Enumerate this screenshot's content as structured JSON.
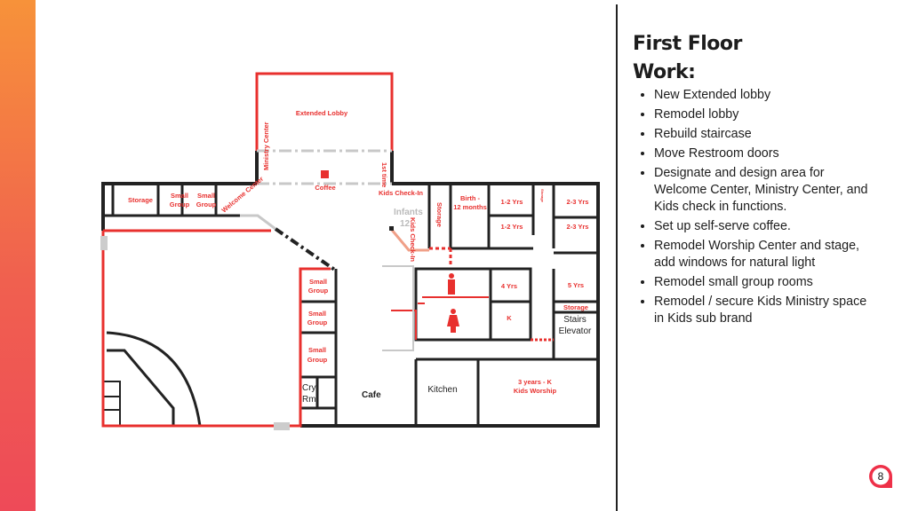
{
  "slide": {
    "title_line1": "First Floor",
    "title_line2": "Work:",
    "bullets": [
      "New Extended lobby",
      "Remodel lobby",
      "Rebuild staircase",
      "Move Restroom doors",
      "Designate and design area for Welcome Center, Ministry Center, and Kids check in functions.",
      "Set up self-serve coffee.",
      "Remodel Worship Center and stage, add windows for natural light",
      "Remodel small group rooms",
      "Remodel / secure Kids Ministry space in Kids sub brand"
    ],
    "page_number": "8",
    "accent_color": "#e8302e"
  },
  "floorplan": {
    "extended_lobby": "Extended Lobby",
    "ministry_center": "Ministry Center",
    "coffee": "Coffee",
    "first_time": "1st time",
    "kids_check_in_top": "Kids Check-In",
    "kids_check_in_side": "Kids Check-In",
    "infants": "Infants",
    "infants_num": "12",
    "storage_left": "Storage",
    "small_group_1a": "Small",
    "small_group_1b": "Group",
    "small_group_2a": "Small",
    "small_group_2b": "Group",
    "welcome_center": "Welcome Center",
    "storage_kids": "Storage",
    "birth_a": "Birth -",
    "birth_b": "12 months",
    "one_two_a": "1-2 Yrs",
    "one_two_b": "1-2 Yrs",
    "two_three_a": "2-3 Yrs",
    "two_three_b": "2-3 Yrs",
    "small_room": "Storage",
    "sg_col_1a": "Small",
    "sg_col_1b": "Group",
    "sg_col_2a": "Small",
    "sg_col_2b": "Group",
    "sg_col_3a": "Small",
    "sg_col_3b": "Group",
    "cry_a": "Cry",
    "cry_b": "Rm",
    "cafe": "Cafe",
    "four_yrs": "4 Yrs",
    "k": "K",
    "five_yrs": "5 Yrs",
    "storage_right": "Storage",
    "stairs": "Stairs",
    "elevator": "Elevator",
    "kitchen": "Kitchen",
    "kids_worship_a": "3 years - K",
    "kids_worship_b": "Kids Worship"
  }
}
